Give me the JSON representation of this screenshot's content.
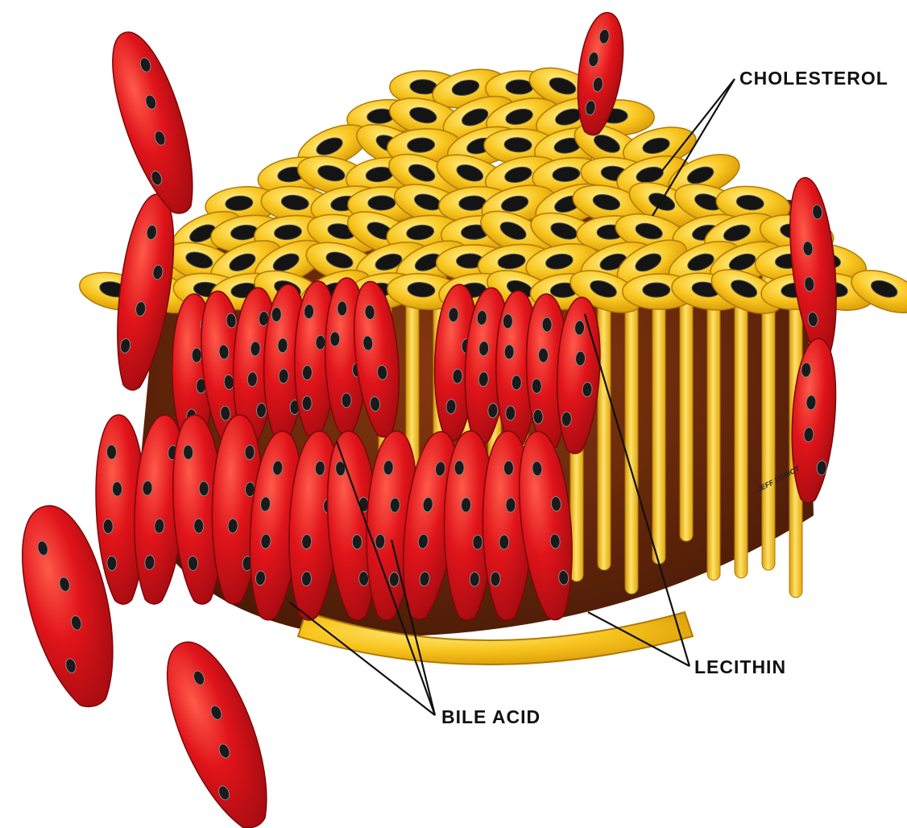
{
  "labels": {
    "cholesterol": "CHOLESTEROL",
    "lecithin": "LECITHIN",
    "bile_acid": "BILE ACID"
  },
  "artist_signature": "JEFF LORIOT",
  "colors": {
    "bile_acid": "#e0141a",
    "bile_acid_dark": "#9e0b10",
    "lecithin": "#f7c21d",
    "lecithin_light": "#ffe36a",
    "cholesterol_nucleus": "#141414",
    "interior": "#6b2a0c"
  }
}
